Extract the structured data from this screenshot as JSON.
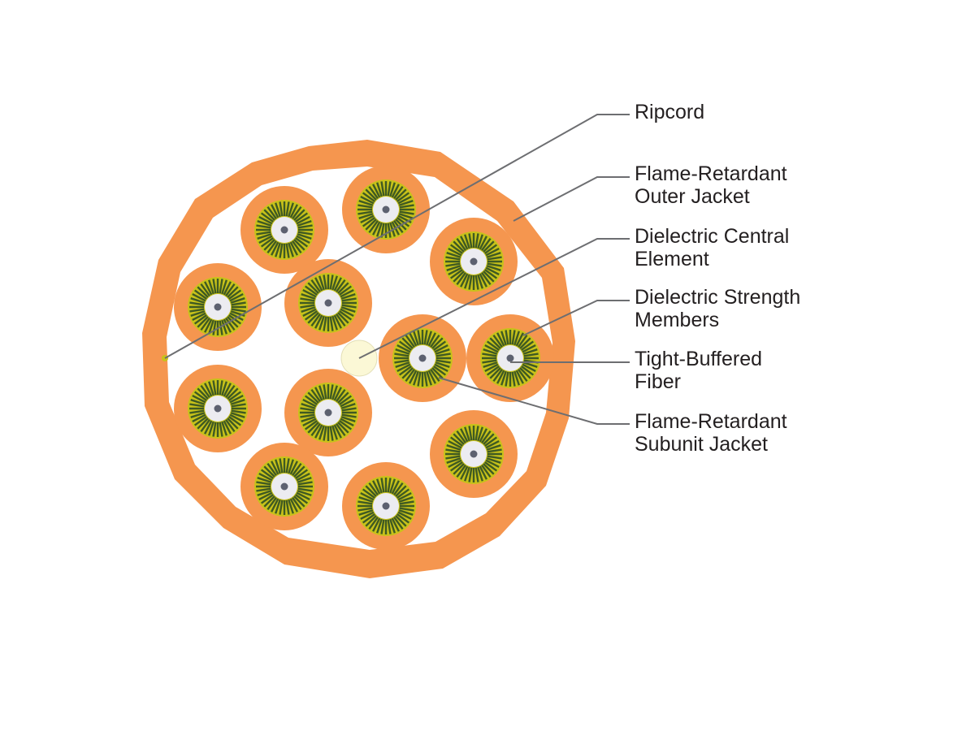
{
  "colors": {
    "outer_jacket": "#f5964f",
    "subunit_jacket": "#f5964f",
    "strength_yellow": "#c8c21a",
    "strength_green": "#3f5a22",
    "fiber_buffer": "#ececf1",
    "fiber_core": "#5d6170",
    "central_element": "#fbf8d6",
    "ripcord": "#c8c21a",
    "leader_line": "#6d6e71",
    "label_text": "#231f20"
  },
  "callouts": [
    {
      "id": "ripcord",
      "lines": [
        "Ripcord"
      ]
    },
    {
      "id": "outer-jacket",
      "lines": [
        "Flame-Retardant",
        "Outer Jacket"
      ]
    },
    {
      "id": "central-element",
      "lines": [
        "Dielectric Central",
        "Element"
      ]
    },
    {
      "id": "strength-members",
      "lines": [
        "Dielectric Strength",
        "Members"
      ]
    },
    {
      "id": "tight-buffered-fiber",
      "lines": [
        "Tight-Buffered",
        "Fiber"
      ]
    },
    {
      "id": "subunit-jacket",
      "lines": [
        "Flame-Retardant",
        "Subunit Jacket"
      ]
    }
  ],
  "subunit_count": 12
}
